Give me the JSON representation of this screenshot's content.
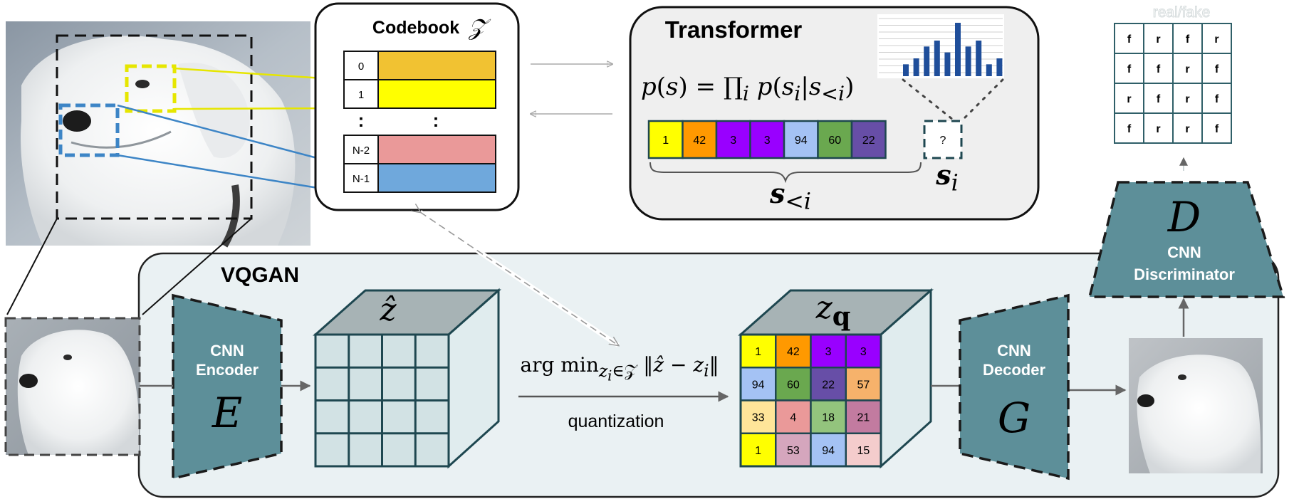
{
  "colors": {
    "teal": "#5d8f99",
    "teal_dark": "#3f6e78",
    "cube_front": "#d2e2e4",
    "cube_top": "#a7b3b5",
    "cube_side": "#e0ecee",
    "panel_bg": "#eaf1f3",
    "transformer_bg": "#efefef",
    "codebook": [
      "#f1c232",
      "#ffff00",
      "#ea9999",
      "#6fa8dc"
    ],
    "line_yellow": "#e6e600",
    "line_blue": "#3d85c6"
  },
  "codebook": {
    "title": "Codebook",
    "symbol": "𝒵",
    "rows": [
      {
        "index": "0",
        "color": "#f1c232"
      },
      {
        "index": "1",
        "color": "#ffff00"
      },
      {
        "index": "N-2",
        "color": "#ea9999"
      },
      {
        "index": "N-1",
        "color": "#6fa8dc"
      }
    ],
    "dots": ":"
  },
  "transformer": {
    "title": "Transformer",
    "formula_html": "<i>p</i>(<i>s</i>) = ∏<sub><i>i</i></sub> <i>p</i>(<i>s<sub>i</sub></i>|<i>s</i><sub>&lt;<i>i</i></sub>)",
    "sequence": [
      {
        "value": "1",
        "color": "#ffff00"
      },
      {
        "value": "42",
        "color": "#ff9900"
      },
      {
        "value": "3",
        "color": "#9900ff"
      },
      {
        "value": "3",
        "color": "#9900ff"
      },
      {
        "value": "94",
        "color": "#a4c2f4"
      },
      {
        "value": "60",
        "color": "#6aa84f"
      },
      {
        "value": "22",
        "color": "#674ea7"
      }
    ],
    "unknown": "?",
    "s_less_html": "<b><i>s</i></b><sub>&lt;<i>i</i></sub>",
    "s_i_html": "<b><i>s</i></b><sub><i>i</i></sub>",
    "histogram": [
      2,
      3,
      5,
      6,
      4,
      9,
      5,
      6,
      2,
      3
    ]
  },
  "discriminator": {
    "output_label": "real/fake",
    "grid": [
      [
        "f",
        "r",
        "f",
        "r"
      ],
      [
        "f",
        "f",
        "r",
        "f"
      ],
      [
        "r",
        "f",
        "r",
        "f"
      ],
      [
        "f",
        "r",
        "r",
        "f"
      ]
    ],
    "letter": "D",
    "label_line1": "CNN",
    "label_line2": "Discriminator"
  },
  "vqgan": {
    "title": "VQGAN",
    "encoder": {
      "line1": "CNN",
      "line2": "Encoder",
      "letter": "E"
    },
    "decoder": {
      "line1": "CNN",
      "line2": "Decoder",
      "letter": "G"
    },
    "zhat_html": "<i>ẑ</i>",
    "zq_html": "<i>z</i><sub><b>q</b></sub>",
    "argmin_html": "arg min<sub><i>z<sub>i</sub></i>∈𝒵</sub> ‖<i>ẑ</i> − <i>z<sub>i</sub></i>‖",
    "quantization": "quantization",
    "zq_grid": [
      [
        {
          "v": "1",
          "c": "#ffff00"
        },
        {
          "v": "42",
          "c": "#ff9900"
        },
        {
          "v": "3",
          "c": "#9900ff"
        },
        {
          "v": "3",
          "c": "#9900ff"
        }
      ],
      [
        {
          "v": "94",
          "c": "#a4c2f4"
        },
        {
          "v": "60",
          "c": "#6aa84f"
        },
        {
          "v": "22",
          "c": "#674ea7"
        },
        {
          "v": "57",
          "c": "#f6b26b"
        }
      ],
      [
        {
          "v": "33",
          "c": "#ffe599"
        },
        {
          "v": "4",
          "c": "#ea9999"
        },
        {
          "v": "18",
          "c": "#93c47d"
        },
        {
          "v": "21",
          "c": "#c27ba0"
        }
      ],
      [
        {
          "v": "1",
          "c": "#ffff00"
        },
        {
          "v": "53",
          "c": "#d5a6bd"
        },
        {
          "v": "94",
          "c": "#a4c2f4"
        },
        {
          "v": "15",
          "c": "#f4cccc"
        }
      ]
    ]
  }
}
